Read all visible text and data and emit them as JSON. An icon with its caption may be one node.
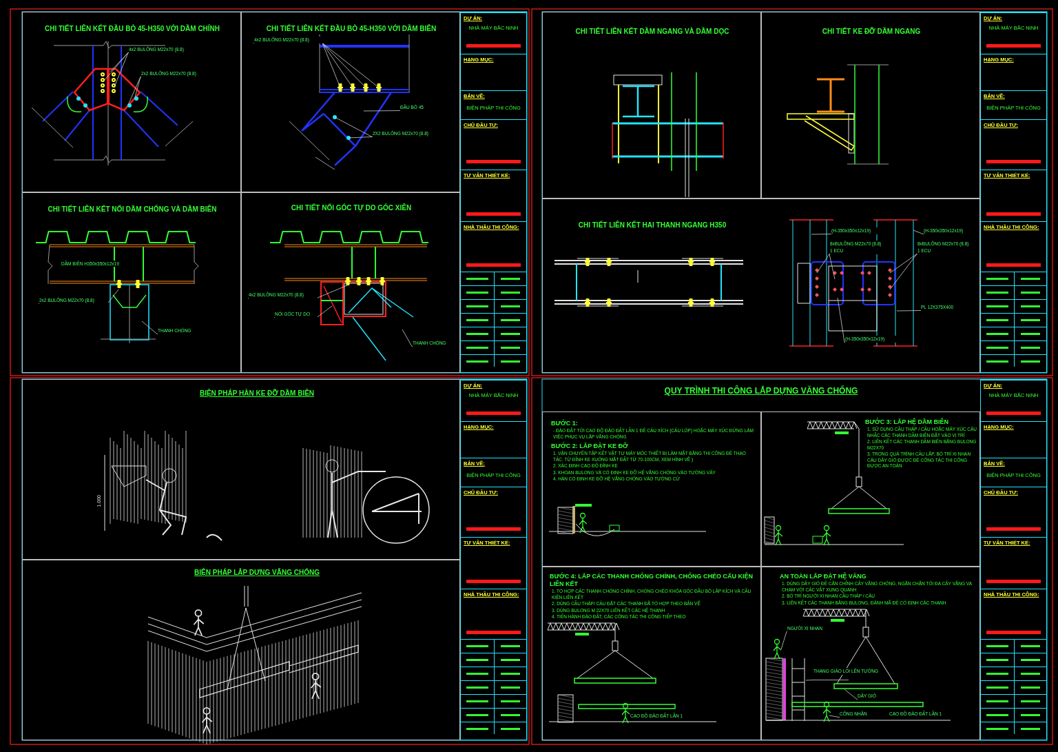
{
  "diagram": {
    "nodes": [
      {
        "text": [
          "CHI TIẾT LIÊN KẾT ĐẦU BÒ 45-H350 VỚI DẦM CHÍNH"
        ]
      },
      {
        "text": [
          "4x2 BULÔNG M22x70 (8.8)"
        ],
        "in": 0
      },
      {
        "text": [
          "2x2 BULÔNG M22x70 (8.8)"
        ],
        "in": 0
      },
      {
        "text": [
          "CHI TIẾT LIÊN KẾT ĐẦU BÒ 45-H350 VỚI DẦM BIÊN"
        ]
      },
      {
        "text": [
          "4x2 BULÔNG M22x70 (8.8)"
        ],
        "in": 3
      },
      {
        "text": [
          "ĐẦU BÒ 45"
        ],
        "in": 3
      },
      {
        "text": [
          "2X2 BULÔNG M22x70 (8.8)"
        ],
        "in": 3
      },
      {
        "text": [
          "CHI TIẾT LIÊN KẾT NỐI DẦM CHỐNG VÀ DẦM BIÊN"
        ]
      },
      {
        "text": [
          "2x2 BULÔNG M22x70 (8.8)"
        ],
        "in": 7
      },
      {
        "text": [
          "THANH CHỐNG"
        ],
        "in": 7
      },
      {
        "text": [
          "CHI TIẾT NỐI GÓC TỰ DO GÓC XIÊN"
        ]
      },
      {
        "text": [
          "4x2 BULÔNG M22x70 (8.8)"
        ],
        "in": 10
      },
      {
        "text": [
          "NỐI GÓC TỰ DO"
        ],
        "in": 10
      },
      {
        "text": [
          "THANH CHỐNG"
        ],
        "in": 10
      },
      {
        "text": [
          "DỰ ÁN:",
          "NHÀ MÁY BẮC NINH",
          "HẠNG MỤC:",
          "BẢN VẼ:",
          "BIỆN PHÁP THI CÔNG",
          "CHỦ ĐẦU TƯ:",
          "TƯ VẤN THIẾT KẾ:",
          "NHÀ THẦU THI CÔNG:"
        ]
      },
      {
        "text": [
          "CHI TIẾT LIÊN KẾT DẦM NGANG VÀ DẦM DỌC"
        ]
      },
      {
        "text": [
          "CHI TIẾT KE ĐỠ DẦM NGANG"
        ]
      },
      {
        "text": [
          "CHI TIẾT LIÊN KẾT HAI THANH NGANG H350"
        ]
      },
      {
        "text": [
          "(H-350x350x12x19)"
        ],
        "in": 17
      },
      {
        "text": [
          "(H-350x350x12x19)"
        ],
        "in": 17
      },
      {
        "text": [
          "8xBULÔNG M22x70 (8.8)",
          "1 ECU"
        ],
        "in": 17
      },
      {
        "text": [
          "8xBULÔNG M22x70 (8.8)",
          "1 ECU"
        ],
        "in": 17
      },
      {
        "text": [
          "PL 12X375X400"
        ],
        "in": 17
      },
      {
        "text": [
          "(H-350x350x12x19)"
        ],
        "in": 17
      },
      {
        "text": [
          "DỰ ÁN:",
          "NHÀ MÁY BẮC NINH",
          "HẠNG MỤC:",
          "BẢN VẼ:",
          "BIỆN PHÁP THI CÔNG",
          "CHỦ ĐẦU TƯ:",
          "TƯ VẤN THIẾT KẾ:",
          "NHÀ THẦU THI CÔNG:"
        ]
      },
      {
        "text": [
          "BIỆN PHÁP HÀN KE ĐỠ DẦM BIÊN"
        ]
      },
      {
        "text": [
          "BIỆN PHÁP LẮP DỰNG VĂNG CHỐNG"
        ]
      },
      {
        "text": [
          "DỰ ÁN:",
          "NHÀ MÁY BẮC NINH",
          "HẠNG MỤC:",
          "BẢN VẼ:",
          "BIỆN PHÁP THI CÔNG",
          "CHỦ ĐẦU TƯ:",
          "TƯ VẤN THIẾT KẾ:",
          "NHÀ THẦU THI CÔNG:"
        ]
      },
      {
        "text": [
          "BƯỚC 1:",
          "- ĐÀO ĐẤT TỚI CAO ĐỘ ĐÀO ĐẤT LẦN 1 ĐỂ CẨU XÍCH (CẨU LỐP) HOẶC MÁY XÚC ĐỨNG LÀM VIỆC PHỤC VỤ LẮP VĂNG CHỐNG",
          "BƯỚC 2: LẮP ĐẶT KE ĐỠ",
          "1. VẬN CHUYỂN TẬP KẾT VẬT TƯ MÁY MÓC THIẾT BỊ LÀM MẶT BẰNG THI CÔNG ĐỂ THAO TÁC. TỪ ĐỈNH KE XUỐNG MẶT ĐẤT TỪ 70-100CM, XEM HÌNH VẼ )",
          "2. XÁC ĐỊNH CAO ĐỘ ĐỈNH KE",
          "3. KHOAN BULONG VÀ CỐ ĐỊNH KE ĐỠ HỆ VĂNG CHỐNG VÀO TƯỜNG VÂY",
          "4. HÀN CỐ ĐỊNH KE ĐỠ HỆ VĂNG CHỐNG VÀO TƯỜNG CỪ"
        ]
      },
      {
        "text": [
          "BƯỚC 3: LẮP HỆ DẦM BIÊN",
          "1. SỬ DỤNG CẦU THÁP / CẨU HOẶC MÁY XÚC CẨU NHẤC CÁC THANH DẦM BIÊN ĐẶT VÀO VỊ TRÍ",
          "2. LIÊN KẾT CÁC THANH DẦM BIÊN BẰNG BULONG M22X70",
          "3. TRONG QUÁ TRÌNH CẨU LẮP, BỐ TRÍ XI NHAN CẨU DÂY GIÓ ĐƯỢC ĐỂ CÔNG TÁC THI CÔNG ĐƯỢC AN TOÀN"
        ]
      },
      {
        "text": [
          "BƯỚC 4: LẮP CÁC THANH CHỐNG CHÍNH, CHỐNG CHÉO CẤU KIỆN LIÊN KẾT",
          "1. TỔ HỢP CÁC THANH CHỐNG CHÍNH, CHỐNG CHÉO KHÓA GÓC ĐẦU BÒ LẮP KÍCH VÀ CẤU KIỆN LIÊN KẾT",
          "2. DÙNG CẦU THÁP/ CẨU ĐẶT CÁC THANH ĐÃ TỔ HỢP THEO BẢN VẼ",
          "3. DÙNG BULONG M 22X70 LIÊN KẾT CÁC HỆ THANH",
          "4. TIẾN HÀNH ĐÀO ĐẤT, CÁC CÔNG TÁC THI CÔNG TIẾP THEO"
        ]
      },
      {
        "text": [
          "AN TOÀN LẮP ĐẶT HỆ VĂNG",
          "1. DÙNG DÂY GIÓ ĐỂ CĂN CHỈNH CÂY VĂNG CHỐNG, NGĂN CHẶN TỐI ĐA CÂY VĂNG VA CHẠM VỚI CÁC VẬT XUNG QUANH",
          "2. BỐ TRÍ NGƯỜI XI NHAN CẦU THÁP / CẨU",
          "3. LIÊN KẾT CÁC THANH BẰNG BULONG, ĐÁNH MÃ ĐỂ CỐ ĐỊNH CÁC THANH"
        ]
      },
      {
        "text": [
          "NGƯỜI XI NHAN"
        ],
        "in": 31
      },
      {
        "text": [
          "THANG GIÁO LỐI LÊN TƯỜNG"
        ],
        "in": 31
      },
      {
        "text": [
          "DÂY GIÓ"
        ],
        "in": 31
      },
      {
        "text": [
          "CÔNG NHÂN"
        ],
        "in": 31
      },
      {
        "text": [
          "DỰ ÁN:",
          "NHÀ MÁY BẮC NINH",
          "HẠNG MỤC:",
          "BẢN VẼ:",
          "BIỆN PHÁP THI CÔNG",
          "CHỦ ĐẦU TƯ:",
          "TƯ VẤN THIẾT KẾ:",
          "NHÀ THẦU THI CÔNG:"
        ]
      }
    ],
    "edges": [
      {
        "from": 1,
        "to": null,
        "arrow": "none"
      },
      {
        "from": 2,
        "to": null,
        "arrow": "none"
      },
      {
        "from": 4,
        "to": null,
        "arrow": "none"
      },
      {
        "from": 5,
        "to": null,
        "arrow": "none"
      },
      {
        "from": 6,
        "to": null,
        "arrow": "none"
      },
      {
        "from": 8,
        "to": null,
        "arrow": "none"
      },
      {
        "from": 9,
        "to": null,
        "arrow": "none"
      },
      {
        "from": 11,
        "to": null,
        "arrow": "none"
      },
      {
        "from": 12,
        "to": null,
        "arrow": "none"
      },
      {
        "from": 13,
        "to": null,
        "arrow": "none"
      },
      {
        "from": 18,
        "to": null,
        "arrow": "none"
      },
      {
        "from": 19,
        "to": null,
        "arrow": "none"
      },
      {
        "from": 20,
        "to": null,
        "arrow": "none"
      },
      {
        "from": 21,
        "to": null,
        "arrow": "none"
      },
      {
        "from": 22,
        "to": null,
        "arrow": "none"
      },
      {
        "from": 23,
        "to": null,
        "arrow": "none"
      },
      {
        "from": 32,
        "to": null,
        "arrow": "none"
      },
      {
        "from": 33,
        "to": null,
        "arrow": "none"
      },
      {
        "from": 34,
        "to": null,
        "arrow": "none"
      },
      {
        "from": 35,
        "to": null,
        "arrow": "none"
      }
    ],
    "labels": [
      "DẦM BIÊN H350x350x12x19",
      "1.000",
      "QUY TRÌNH THI CÔNG LẮP DỰNG VĂNG CHỐNG",
      "CAO ĐỘ ĐÀO ĐẤT LẦN 1",
      "CAO ĐỘ ĐÀO ĐẤT LẦN 1"
    ]
  }
}
